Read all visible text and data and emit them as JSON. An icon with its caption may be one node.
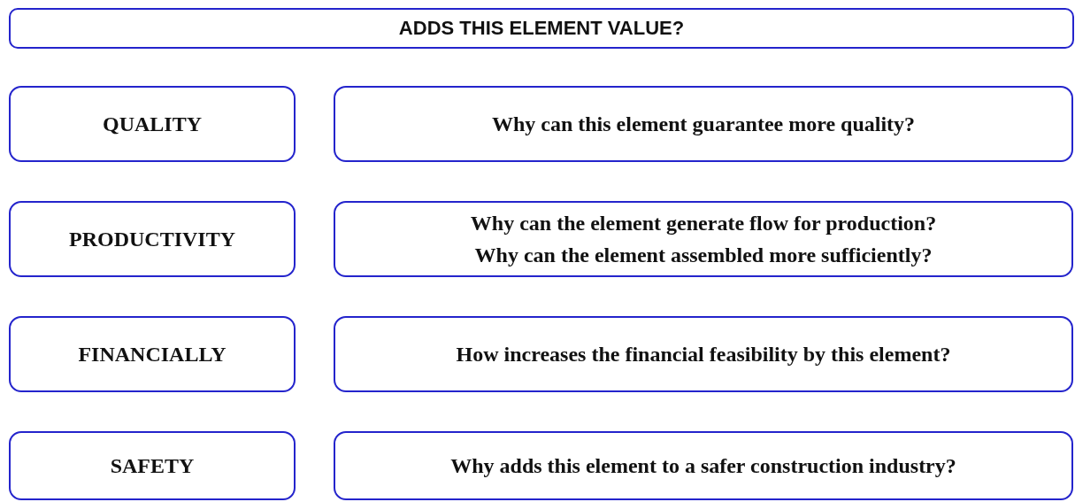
{
  "diagram": {
    "nodes": [
      {
        "text": [
          "ADDS THIS ELEMENT VALUE?"
        ]
      },
      {
        "text": [
          "QUALITY"
        ]
      },
      {
        "text": [
          "Why can this element guarantee more quality?"
        ]
      },
      {
        "text": [
          "PRODUCTIVITY"
        ]
      },
      {
        "text": [
          "Why can the element generate flow for production?",
          "Why can the element assembled more sufficiently?"
        ]
      },
      {
        "text": [
          "FINANCIALLY"
        ]
      },
      {
        "text": [
          "How increases the financial feasibility by this element?"
        ]
      },
      {
        "text": [
          "SAFETY"
        ]
      },
      {
        "text": [
          "Why adds this element to a safer construction industry?"
        ]
      }
    ]
  }
}
